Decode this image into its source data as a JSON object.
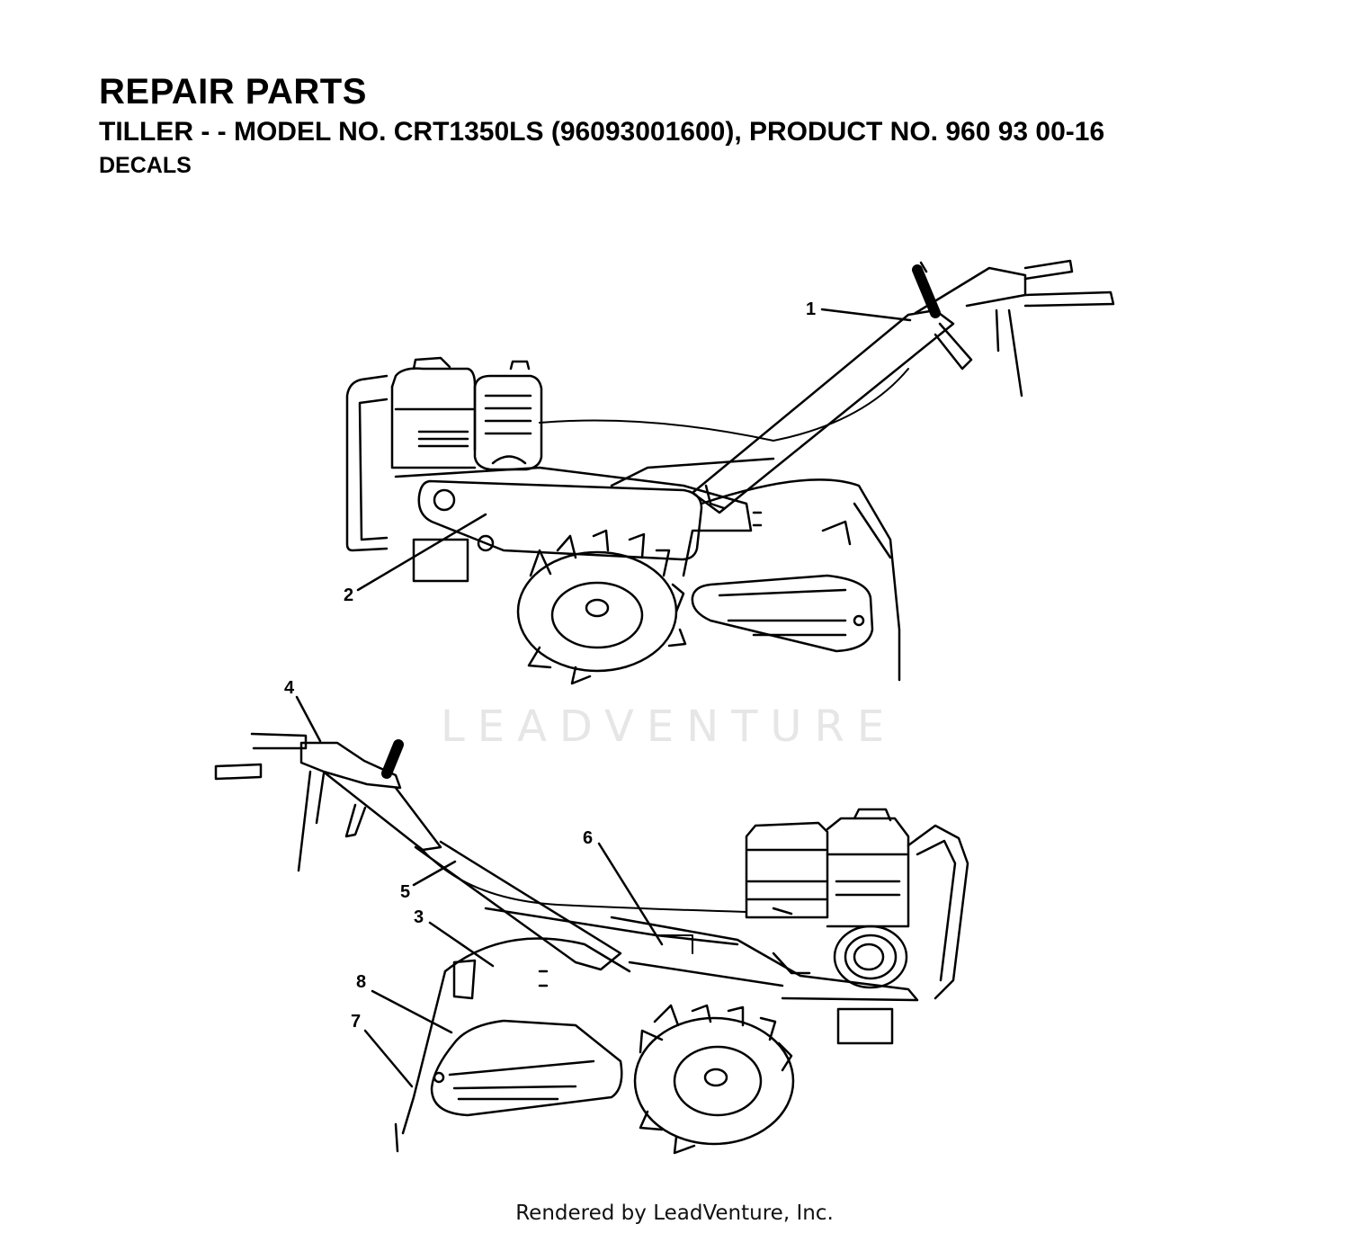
{
  "header": {
    "title": "REPAIR PARTS",
    "subtitle": "TILLER - - MODEL NO. CRT1350LS (96093001600), PRODUCT NO. 960 93 00-16",
    "section": "DECALS"
  },
  "watermark": "LEADVENTURE",
  "footer": "Rendered by LeadVenture, Inc.",
  "callouts": {
    "c1": "1",
    "c2": "2",
    "c3": "3",
    "c4": "4",
    "c5": "5",
    "c6": "6",
    "c7": "7",
    "c8": "8"
  }
}
